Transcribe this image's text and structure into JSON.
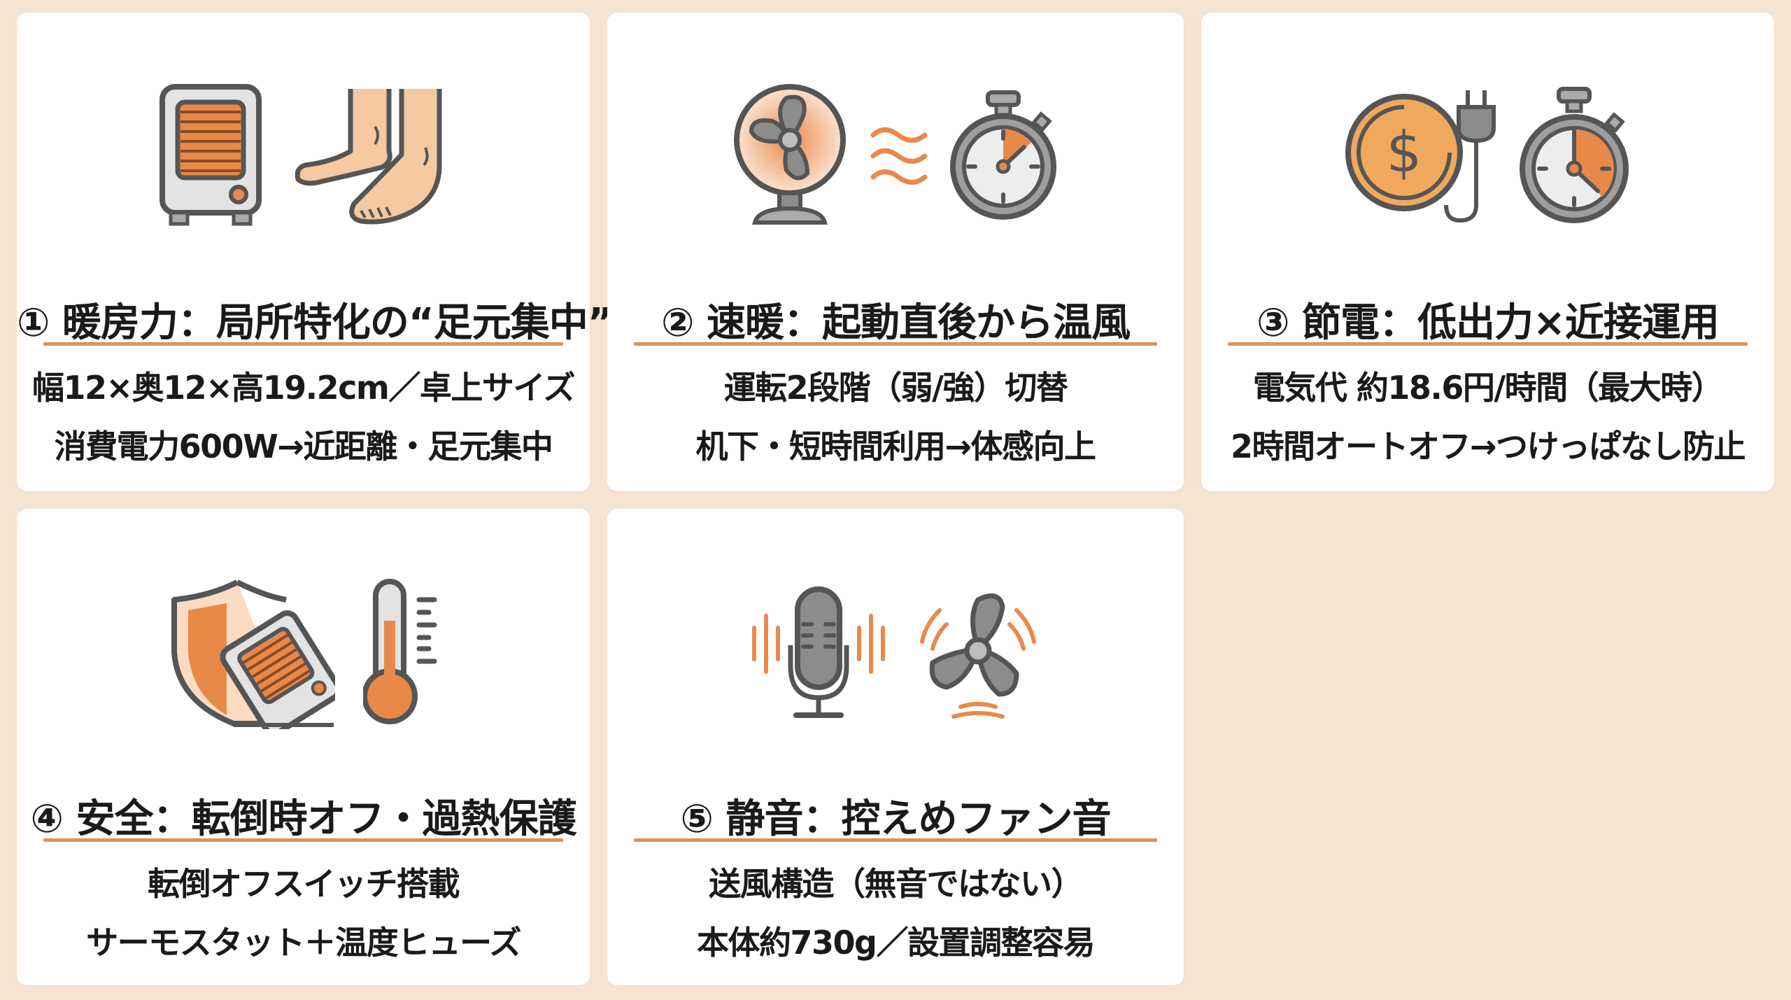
{
  "colors": {
    "background": "#F6E4D3",
    "card": "#FFFFFF",
    "accent_orange": "#DC935A",
    "icon_gray": "#555555",
    "text": "#1A1A1A"
  },
  "cards": [
    {
      "title": "① 暖房力：局所特化の“足元集中”",
      "lines": [
        "幅12×奥12×高19.2cm／卓上サイズ",
        "消費電力600W→近距離・足元集中"
      ],
      "icons": [
        "space-heater-icon",
        "bare-feet-icon"
      ]
    },
    {
      "title": "② 速暖：起動直後から温風",
      "lines": [
        "運転2段階（弱/強）切替",
        "机下・短時間利用→体感向上"
      ],
      "icons": [
        "desk-fan-icon",
        "warm-air-waves-icon",
        "stopwatch-icon"
      ]
    },
    {
      "title": "③ 節電：低出力×近接運用",
      "lines": [
        "電気代 約18.6円/時間（最大時）",
        "2時間オートオフ→つけっぱなし防止"
      ],
      "icons": [
        "dollar-coin-plug-icon",
        "stopwatch-timer-icon"
      ]
    },
    {
      "title": "④ 安全：転倒時オフ・過熱保護",
      "lines": [
        "転倒オフスイッチ搭載",
        "サーモスタット＋温度ヒューズ"
      ],
      "icons": [
        "shield-tipped-heater-icon",
        "thermometer-icon"
      ]
    },
    {
      "title": "⑤ 静音：控えめファン音",
      "lines": [
        "送風構造（無音ではない）",
        "本体約730g／設置調整容易"
      ],
      "icons": [
        "microphone-sound-icon",
        "fan-blade-sound-icon"
      ]
    }
  ]
}
